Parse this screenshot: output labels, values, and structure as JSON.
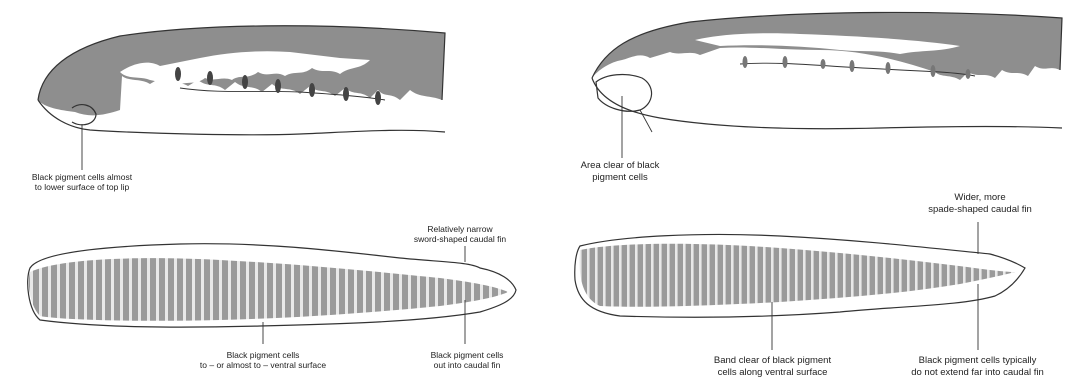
{
  "colors": {
    "pigment_grey": "#8e8e8e",
    "outline": "#333333",
    "background": "#ffffff"
  },
  "panels": {
    "left_head": {
      "label": "Black pigment cells almost\nto lower surface of top lip"
    },
    "right_head": {
      "label": "Area clear of black\npigment cells"
    },
    "left_tail": {
      "label_fin": "Relatively narrow\nsword-shaped caudal fin",
      "label_ventral": "Black pigment cells\nto – or almost to – ventral surface",
      "label_fin_pigment": "Black pigment cells\nout into caudal fin"
    },
    "right_tail": {
      "label_fin": "Wider, more\nspade-shaped caudal fin",
      "label_ventral": "Band clear of black pigment\ncells along ventral surface",
      "label_fin_pigment": "Black pigment cells typically\ndo not extend far into caudal fin"
    }
  }
}
